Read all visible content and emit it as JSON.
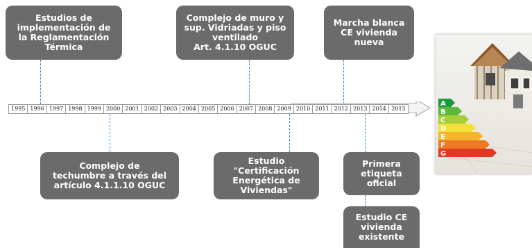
{
  "timeline": {
    "years": [
      "1995",
      "1996",
      "1997",
      "1998",
      "1999",
      "2000",
      "2001",
      "2002",
      "2003",
      "2004",
      "2005",
      "2006",
      "2007",
      "2008",
      "2009",
      "2010",
      "2011",
      "2012",
      "2013",
      "2014",
      "2015"
    ]
  },
  "events_top": [
    {
      "text": "Estudios de\nimplementación de\nla Reglamentación\nTérmica"
    },
    {
      "text": "Complejo de muro y\nsup. Vidriadas y piso\nventilado\nArt. 4.1.10 OGUC"
    },
    {
      "text": "Marcha blanca\nCE vivienda\nnueva"
    }
  ],
  "events_bottom": [
    {
      "text": "Complejo de\ntechumbre a través del\nartículo 4.1.1.10 OGUC"
    },
    {
      "text": "Estudio\n\"Certificación\nEnergética de\nViviendas\""
    },
    {
      "text": "Primera\netiqueta\noficial"
    },
    {
      "text": "Estudio  CE\nvivienda\nexistente"
    }
  ],
  "energy_label": {
    "letters": [
      "A",
      "B",
      "C",
      "D",
      "E",
      "F",
      "G"
    ],
    "colors": [
      "#1a9a3c",
      "#5cb83a",
      "#a8cd3a",
      "#f1e13a",
      "#f5b52e",
      "#ee7a26",
      "#e03a24"
    ]
  },
  "colors": {
    "box_bg": "#6b6b6b",
    "connector": "#3a86c8",
    "arrow_fill": "#f4f4f4",
    "arrow_stroke": "#9a9a9a"
  }
}
